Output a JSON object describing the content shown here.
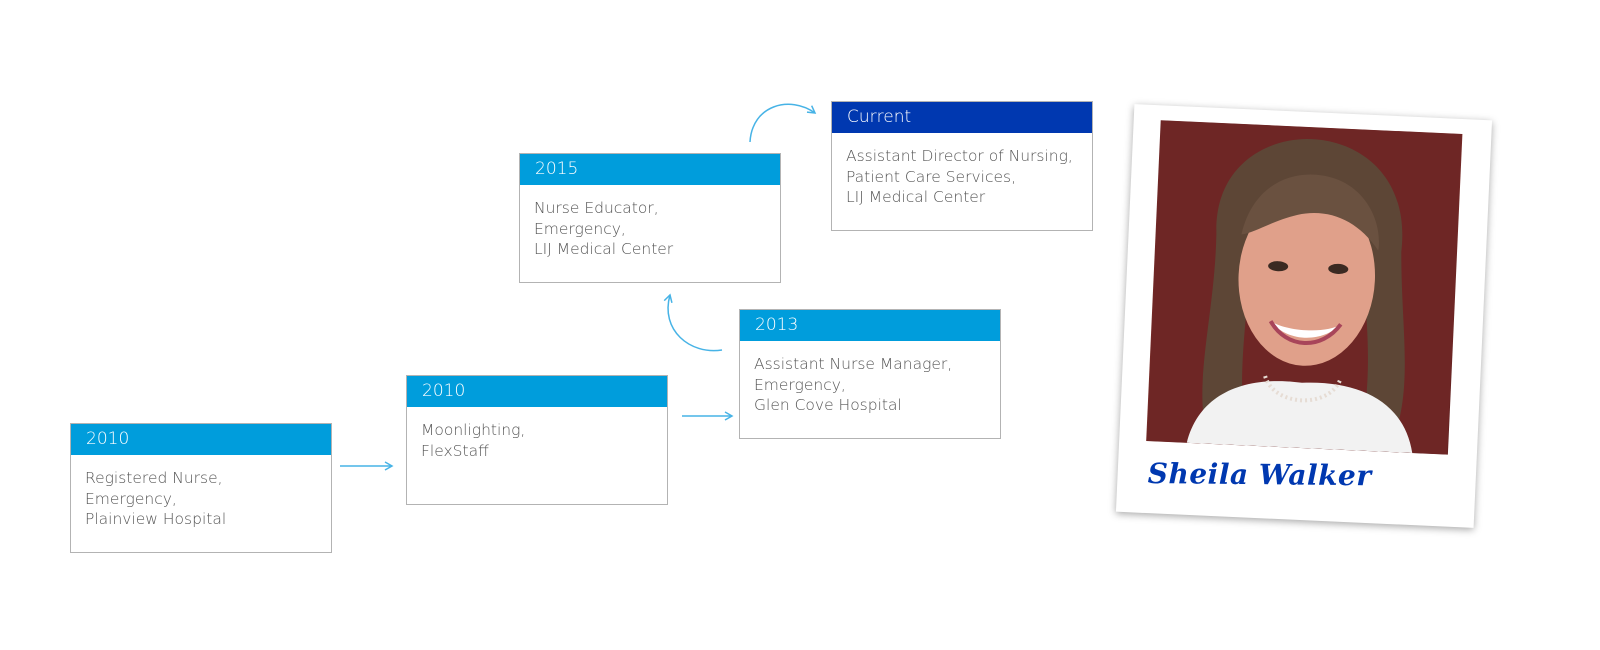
{
  "cards": [
    {
      "year": "2010",
      "lines": [
        "Registered Nurse,",
        "Emergency,",
        "Plainview Hospital"
      ]
    },
    {
      "year": "2010",
      "lines": [
        "Moonlighting,",
        "FlexStaff"
      ]
    },
    {
      "year": "2013",
      "lines": [
        "Assistant Nurse Manager,",
        "Emergency,",
        "Glen Cove Hospital"
      ]
    },
    {
      "year": "2015",
      "lines": [
        "Nurse Educator,",
        "Emergency,",
        "LIJ Medical Center"
      ]
    },
    {
      "year": "Current",
      "lines": [
        "Assistant Director of Nursing,",
        "Patient Care Services,",
        "LIJ Medical Center"
      ]
    }
  ],
  "profile": {
    "name": "Sheila Walker"
  },
  "colors": {
    "accent": "#009ddc",
    "current": "#0038b0",
    "text": "#555555",
    "border": "#b3b3b3"
  }
}
